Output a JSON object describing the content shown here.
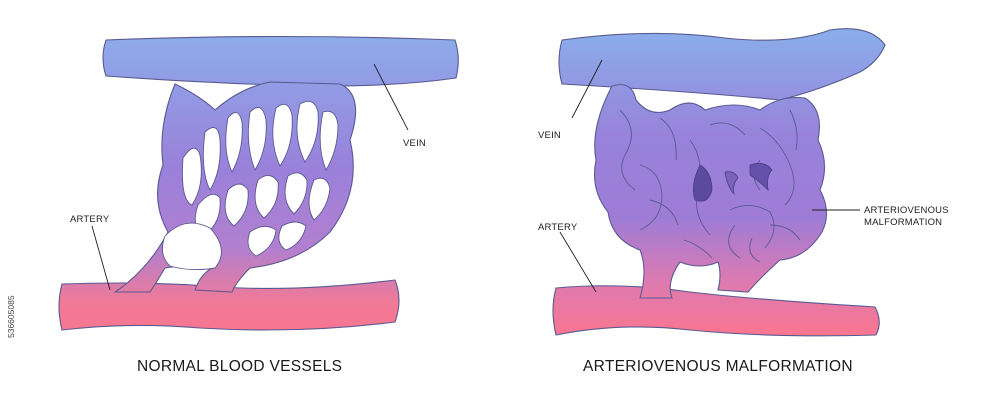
{
  "normal_panel": {
    "vein_label": "VEIN",
    "artery_label": "ARTERY",
    "caption": "NORMAL BLOOD VESSELS"
  },
  "avm_panel": {
    "vein_label": "VEIN",
    "artery_label": "ARTERY",
    "malformation_label_line1": "ARTERIOVENOUS",
    "malformation_label_line2": "MALFORMATION",
    "caption": "ARTERIOVENOUS MALFORMATION"
  },
  "stock_id": "536605085",
  "colors": {
    "vein": "#8da6e9",
    "mid": "#9b7fd9",
    "artery": "#f3768f",
    "outline": "#5a5a92"
  }
}
